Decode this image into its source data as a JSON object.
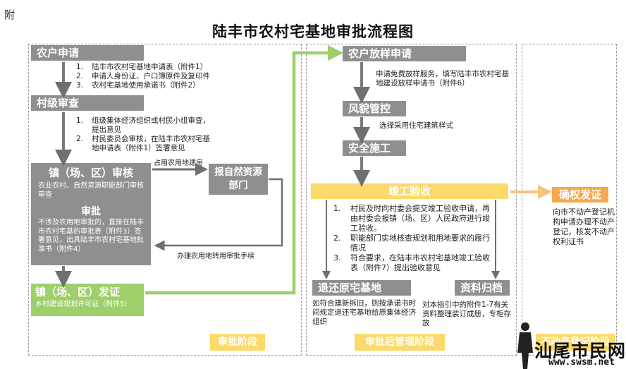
{
  "figure_no": "附",
  "title": "陆丰市农村宅基地审批流程图",
  "stages": {
    "approval": "审批阶段",
    "post_approval": "审批后管理阶段",
    "registration": "不动产登记阶段"
  },
  "left": {
    "farmer_apply": {
      "title": "农户申请",
      "items": [
        {
          "num": "1.",
          "text": "陆丰市农村宅基地申请表（附件1）"
        },
        {
          "num": "2.",
          "text": "申请人身份证、户口簿原件及复印件"
        },
        {
          "num": "3.",
          "text": "农村宅基地使用承诺书（附件2）"
        }
      ]
    },
    "village_review": {
      "title": "村级审查",
      "items": [
        {
          "num": "1.",
          "text": "组级集体经济组织或村民小组审查，提出意见"
        },
        {
          "num": "2.",
          "text": "村民委员会审核，在陆丰市农村宅基地申请表（附件1）签署意见"
        }
      ]
    },
    "town_review": {
      "title": "镇（场、区）审核",
      "desc": "农业农村、自然资源职能部门审核审查"
    },
    "approval": {
      "title": "审批",
      "desc": "不涉及农用地审批的，直接在陆丰市农村宅基的审批表（附件3）签署意见，出具陆丰市农村宅基地批准书（附件4）"
    },
    "town_issue": {
      "title": "镇（场、区）发证",
      "desc": "乡村建设规划许可证（附件5）"
    },
    "resource_dept": {
      "title": "报自然资源部门"
    },
    "arrow_farmland": "占用农用地建房",
    "arrow_convert": "办理农用地转用审批手续"
  },
  "middle": {
    "layout_apply": {
      "title": "农户放样申请",
      "desc": "申请免费放样服务，填写陆丰市农村宅基地建设放样申请书（附件6）"
    },
    "style_control": {
      "title": "风貌管控",
      "desc": "选择采用住宅建筑样式"
    },
    "safe_build": {
      "title": "安全施工"
    },
    "acceptance": {
      "title": "竣工验收",
      "items": [
        {
          "num": "1.",
          "text": "村民及时向村委会提交竣工验收申请，再由村委会报镇（场、区）人民政府进行竣工验收。"
        },
        {
          "num": "2.",
          "text": "职能部门实地核查规划和用地要求的履行情况"
        },
        {
          "num": "3.",
          "text": "符合要求，在陆丰市农村宅基地竣工验收表（附件7）提出验收意见"
        }
      ]
    },
    "return_old": {
      "title": "退还原宅基地",
      "desc": "如符合建新拆旧，则按承诺书时间规定退还宅基地给原集体经济组织"
    },
    "archive": {
      "title": "资料归档",
      "desc": "对本指引中的附件1-7有关资料整理装订成册，专柜存放"
    }
  },
  "right": {
    "confirm_cert": {
      "title": "确权发证",
      "desc": "向市不动产登记机构申请办理不动产登记，核发不动产权利证书"
    }
  },
  "watermark": {
    "text": "汕尾市民网",
    "url": "www.swsm.net"
  },
  "colors": {
    "gray": "#8f8f8f",
    "green": "#9ecf6a",
    "yellow": "#fbd96a",
    "orange": "#f5a94c",
    "stage_label": "#fbd96a"
  }
}
